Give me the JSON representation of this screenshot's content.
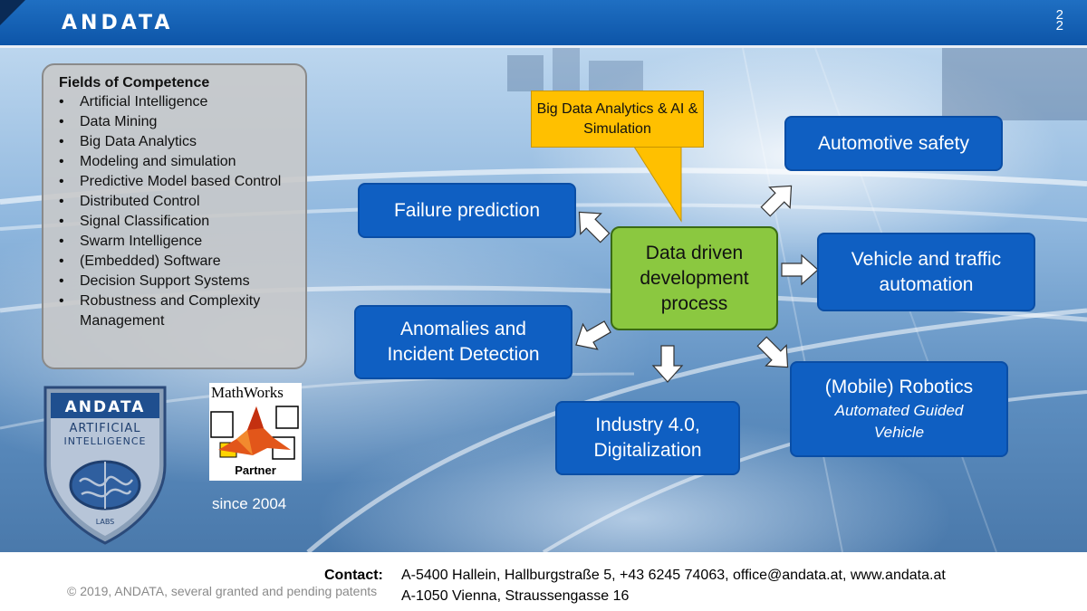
{
  "header": {
    "logo": "ANDATA",
    "page_number_top": "2",
    "page_number_bottom": "2"
  },
  "competence": {
    "title": "Fields of Competence",
    "bullet": "•",
    "items": [
      "Artificial Intelligence",
      "Data Mining",
      "Big Data Analytics",
      "Modeling and simulation",
      "Predictive Model based Control",
      "Distributed Control",
      "Signal Classification",
      "Swarm Intelligence",
      "(Embedded) Software",
      "Decision Support Systems",
      "Robustness and Complexity Management"
    ]
  },
  "diagram": {
    "callout": "Big Data Analytics & AI & Simulation",
    "center": "Data driven development process",
    "failure_prediction": "Failure prediction",
    "automotive_safety": "Automotive safety",
    "vehicle_traffic": "Vehicle and traffic automation",
    "anomalies": "Anomalies and Incident Detection",
    "industry": "Industry 4.0, Digitalization",
    "robotics_title": "(Mobile) Robotics",
    "robotics_sub": "Automated Guided Vehicle"
  },
  "badge": {
    "brand": "ANDATA",
    "line1": "ARTIFICIAL",
    "line2": "INTELLIGENCE",
    "labs": "LABS"
  },
  "partner": {
    "name": "MathWorks",
    "label": "Partner",
    "since": "since 2004"
  },
  "footer": {
    "copyright": "© 2019, ANDATA, several granted and pending patents",
    "contact_label": "Contact:",
    "contact_line1": "A-5400 Hallein, Hallburgstraße 5, +43 6245 74063, office@andata.at, www.andata.at",
    "contact_line2": "A-1050 Vienna, Straussengasse 16"
  },
  "colors": {
    "header_blue": "#0d55a8",
    "box_blue": "#0f5fc2",
    "center_green": "#8bc840",
    "callout_yellow": "#ffc000"
  }
}
